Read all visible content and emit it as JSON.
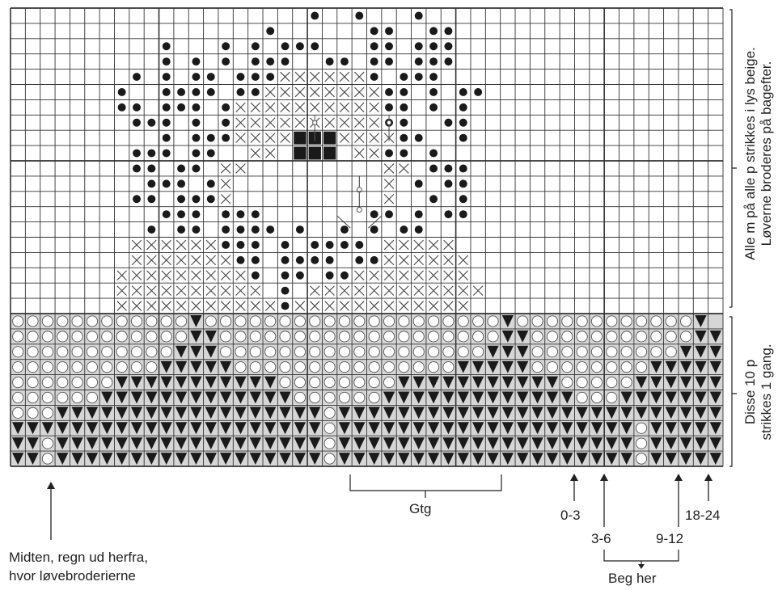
{
  "chart": {
    "columns": 48,
    "rows": 30,
    "upper_rows": 20,
    "border_rows": 10,
    "colors": {
      "grid": "#333333",
      "shade": "#d6d6d6",
      "dark": "#1a1a1a"
    },
    "symbols": {
      "filled_dot": "dark stitch, worked as dot",
      "cross": "cross-stitch embroidery",
      "triangle": "dark knit stitch (border pattern)",
      "open_circle": "light stitch (border pattern)",
      "square": "filled square (eyes)"
    },
    "motif_rows": [
      "....................*..*...*....................",
      ".................*......**..**..................",
      "..........*...*.*.***...**.***..................",
      "..........*.*.*.***..**.**.***..................",
      "........*.*.**.***xxxxxx*.***...................",
      ".......*..****.**xxxxxxxx**.*.**................",
      ".......**.***.*xxxxxxxxxx**.*.*.................",
      "........***.*.*xxxxxxxxxx**..**.................",
      "..........*.***xxxx###xxxx**..*.................",
      "........***.**..xx.###.xx**.*...................",
      "........**.**.xx.........xx.***.................",
      ".........***.*x..........x.*.**.................",
      "........**.***x..........x..*.*.................",
      "..........***.***.......**.*.**.................",
      ".........*.**.****.*..*.*.**....................",
      "........xxxxxx***.*.****.xxxxx..................",
      "........xxxxxxx**.****.**xxxxxx.................",
      ".......xxxxxxxxx*.**.**xxxxxxxx.................",
      ".......xxxxxxxxxx.*.xxxxxxxxxxxx................",
      ".......xxxxxxxxxxx*xxxxxxxxxxxx................."
    ],
    "border_rows_pattern": [
      "oooooooooooovoooooooooooooooooooovoooooooooooov",
      "oooooooooooovvooooooooooooooooooovvooooooooooovv",
      "ooooooooooovvvoooooooooooooooooovvvoooooooooovvv",
      "oooooooooovvvvvooooooooooooooovvvvvoooooooovvvvv",
      "ooooooovvvvvvvvvvvoooooooovvvvvvvvvvvooooovvvvvv",
      "oooooovvvvvvvvvvvvvoooooovvvvvvvvvvvvvooovvvvvvv",
      "ooovvvvvvvvvvvvvvvvvvovvvvvvvvvvvvvvvvvvvvvvvvvv",
      "vvvvvvvvvvvvvvvvvvvvvovvvvvvvvvvvvvvvvvvvvovvvvv",
      "vvovvvvvvvvvvvvvvvvvvovvvvvvvvvvvvvvvvvvvvovvvvv",
      "vvovvvvvvvvvvvvvvvvvvovvvvvvvvvvvvvvvvvvvvovvvvv"
    ]
  },
  "labels": {
    "side_upper_line1": "Alle m på alle p strikkes i lys beige.",
    "side_upper_line2": "Løverne broderes på bagefter.",
    "side_lower_line1": "Disse 10 p",
    "side_lower_line2": "strikkes 1 gang.",
    "gtg": "Gtg",
    "size_0_3": "0-3",
    "size_3_6": "3-6",
    "size_9_12": "9-12",
    "size_18_24": "18-24",
    "beg_her": "Beg her",
    "midten_line1": "Midten, regn ud herfra,",
    "midten_line2": "hvor løvebroderierne"
  }
}
